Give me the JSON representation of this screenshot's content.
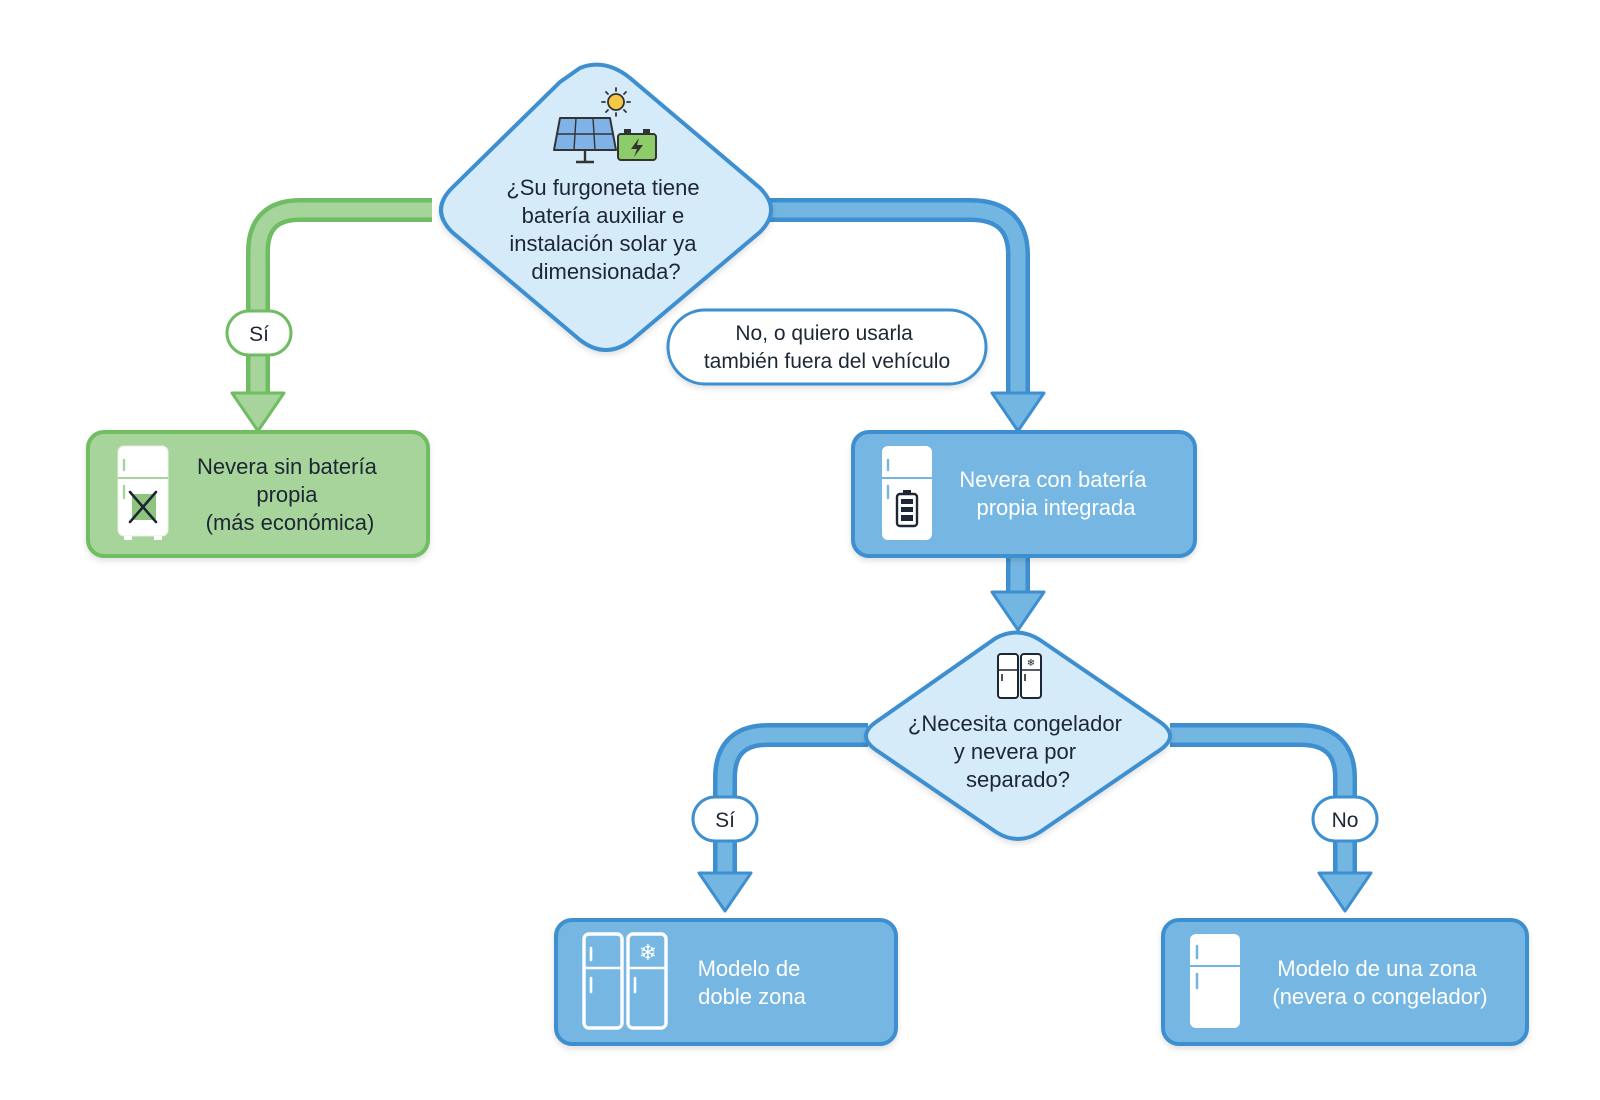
{
  "colors": {
    "green_fill": "#a6d49a",
    "green_stroke": "#6fbd62",
    "green_arrow": "#8fcf7f",
    "blue_fill": "#74b6e2",
    "blue_stroke": "#3d8fd0",
    "blue_arrow": "#5aa8e0",
    "diamond_fill": "#d6ebfa",
    "dark_text": "#1d2733",
    "white_text": "#ffffff"
  },
  "decision_1": {
    "icon": "solar-panel-battery-icon",
    "lines": [
      "¿Su furgoneta tiene",
      "batería auxiliar e",
      "instalación solar ya",
      "dimensionada?"
    ]
  },
  "label_yes_1": "Sí",
  "label_no_1": {
    "lines": [
      "No, o quiero usarla",
      "también fuera del vehículo"
    ]
  },
  "box_no_battery": {
    "icon": "fridge-crossed-icon",
    "lines": [
      "Nevera sin batería",
      "propia",
      "(más económica)"
    ]
  },
  "box_with_battery": {
    "icon": "fridge-battery-icon",
    "lines": [
      "Nevera con batería",
      "propia integrada"
    ]
  },
  "decision_2": {
    "icon": "double-fridge-icon",
    "lines": [
      "¿Necesita congelador",
      "y nevera por",
      "separado?"
    ]
  },
  "label_yes_2": "Sí",
  "label_no_2": "No",
  "box_dual_zone": {
    "icon": "dual-zone-fridge-icon",
    "lines": [
      "Modelo de",
      "doble zona"
    ]
  },
  "box_single_zone": {
    "icon": "single-fridge-icon",
    "lines": [
      "Modelo de una zona",
      "(nevera o congelador)"
    ]
  }
}
